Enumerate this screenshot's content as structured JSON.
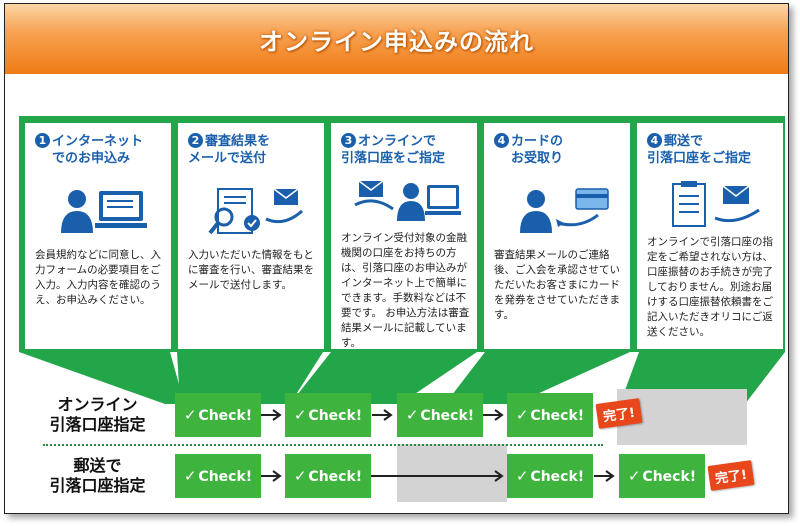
{
  "header": {
    "title": "オンライン申込みの流れ"
  },
  "steps": [
    {
      "num": "1",
      "title_lines": [
        "インターネット",
        "でのお申込み"
      ],
      "body": "会員規約などに同意し、入力フォームの必要項目をご入力。入力内容を確認のうえ、お申込みください。",
      "icon": "person-laptop-icon"
    },
    {
      "num": "2",
      "title_lines": [
        "審査結果を",
        "メールで送付"
      ],
      "body": "入力いただいた情報をもとに審査を行い、審査結果をメールで送付します。",
      "icon": "document-check-mail-icon"
    },
    {
      "num": "3",
      "title_lines": [
        "オンラインで",
        "引落口座をご指定"
      ],
      "body": "オンライン受付対象の金融機関の口座をお持ちの方は、引落口座のお申込みがインターネット上で簡単にできます。手数料などは不要です。 お申込方法は審査結果メールに記載しています。",
      "icon": "mail-person-laptop-icon"
    },
    {
      "num": "4",
      "title_lines": [
        "カードの",
        "お受取り"
      ],
      "body": "審査結果メールのご連絡後、ご入会を承認させていただいたお客さまにカードを発券をさせていただきます。",
      "icon": "person-card-icon"
    },
    {
      "num": "4",
      "title_lines": [
        "郵送で",
        "引落口座をご指定"
      ],
      "body": "オンラインで引落口座の指定をご希望されない方は、口座振替のお手続きが完了しておりません。別途お届けする口座振替依頼書をご記入いただきオリコにご返送ください。",
      "icon": "clipboard-mail-icon"
    }
  ],
  "rows": [
    {
      "label_lines": [
        "オンライン",
        "引落口座指定"
      ],
      "done_label": "完了!"
    },
    {
      "label_lines": [
        "郵送で",
        "引落口座指定"
      ],
      "done_label": "完了!"
    }
  ],
  "check_label": "Check!",
  "colors": {
    "green": "#23a64a",
    "check_green": "#3eb33e",
    "orange": "#f07b14",
    "blue": "#1a5fab",
    "done_red": "#e8471b",
    "gray": "#d3d3d3"
  }
}
